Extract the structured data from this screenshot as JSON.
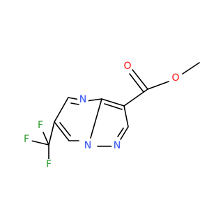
{
  "diagram": {
    "type": "structural-formula",
    "colors": {
      "carbon_bond": "#000000",
      "nitrogen": "#3050F8",
      "oxygen": "#FF0D0D",
      "fluorine": "#2F9B2F",
      "background": "#ffffff"
    },
    "atoms": {
      "n4": "N",
      "n7": "N",
      "n1": "N",
      "o_carbonyl": "O",
      "o_ester": "O",
      "f_top": "F",
      "f_left": "F",
      "f_bottom": "F"
    }
  }
}
